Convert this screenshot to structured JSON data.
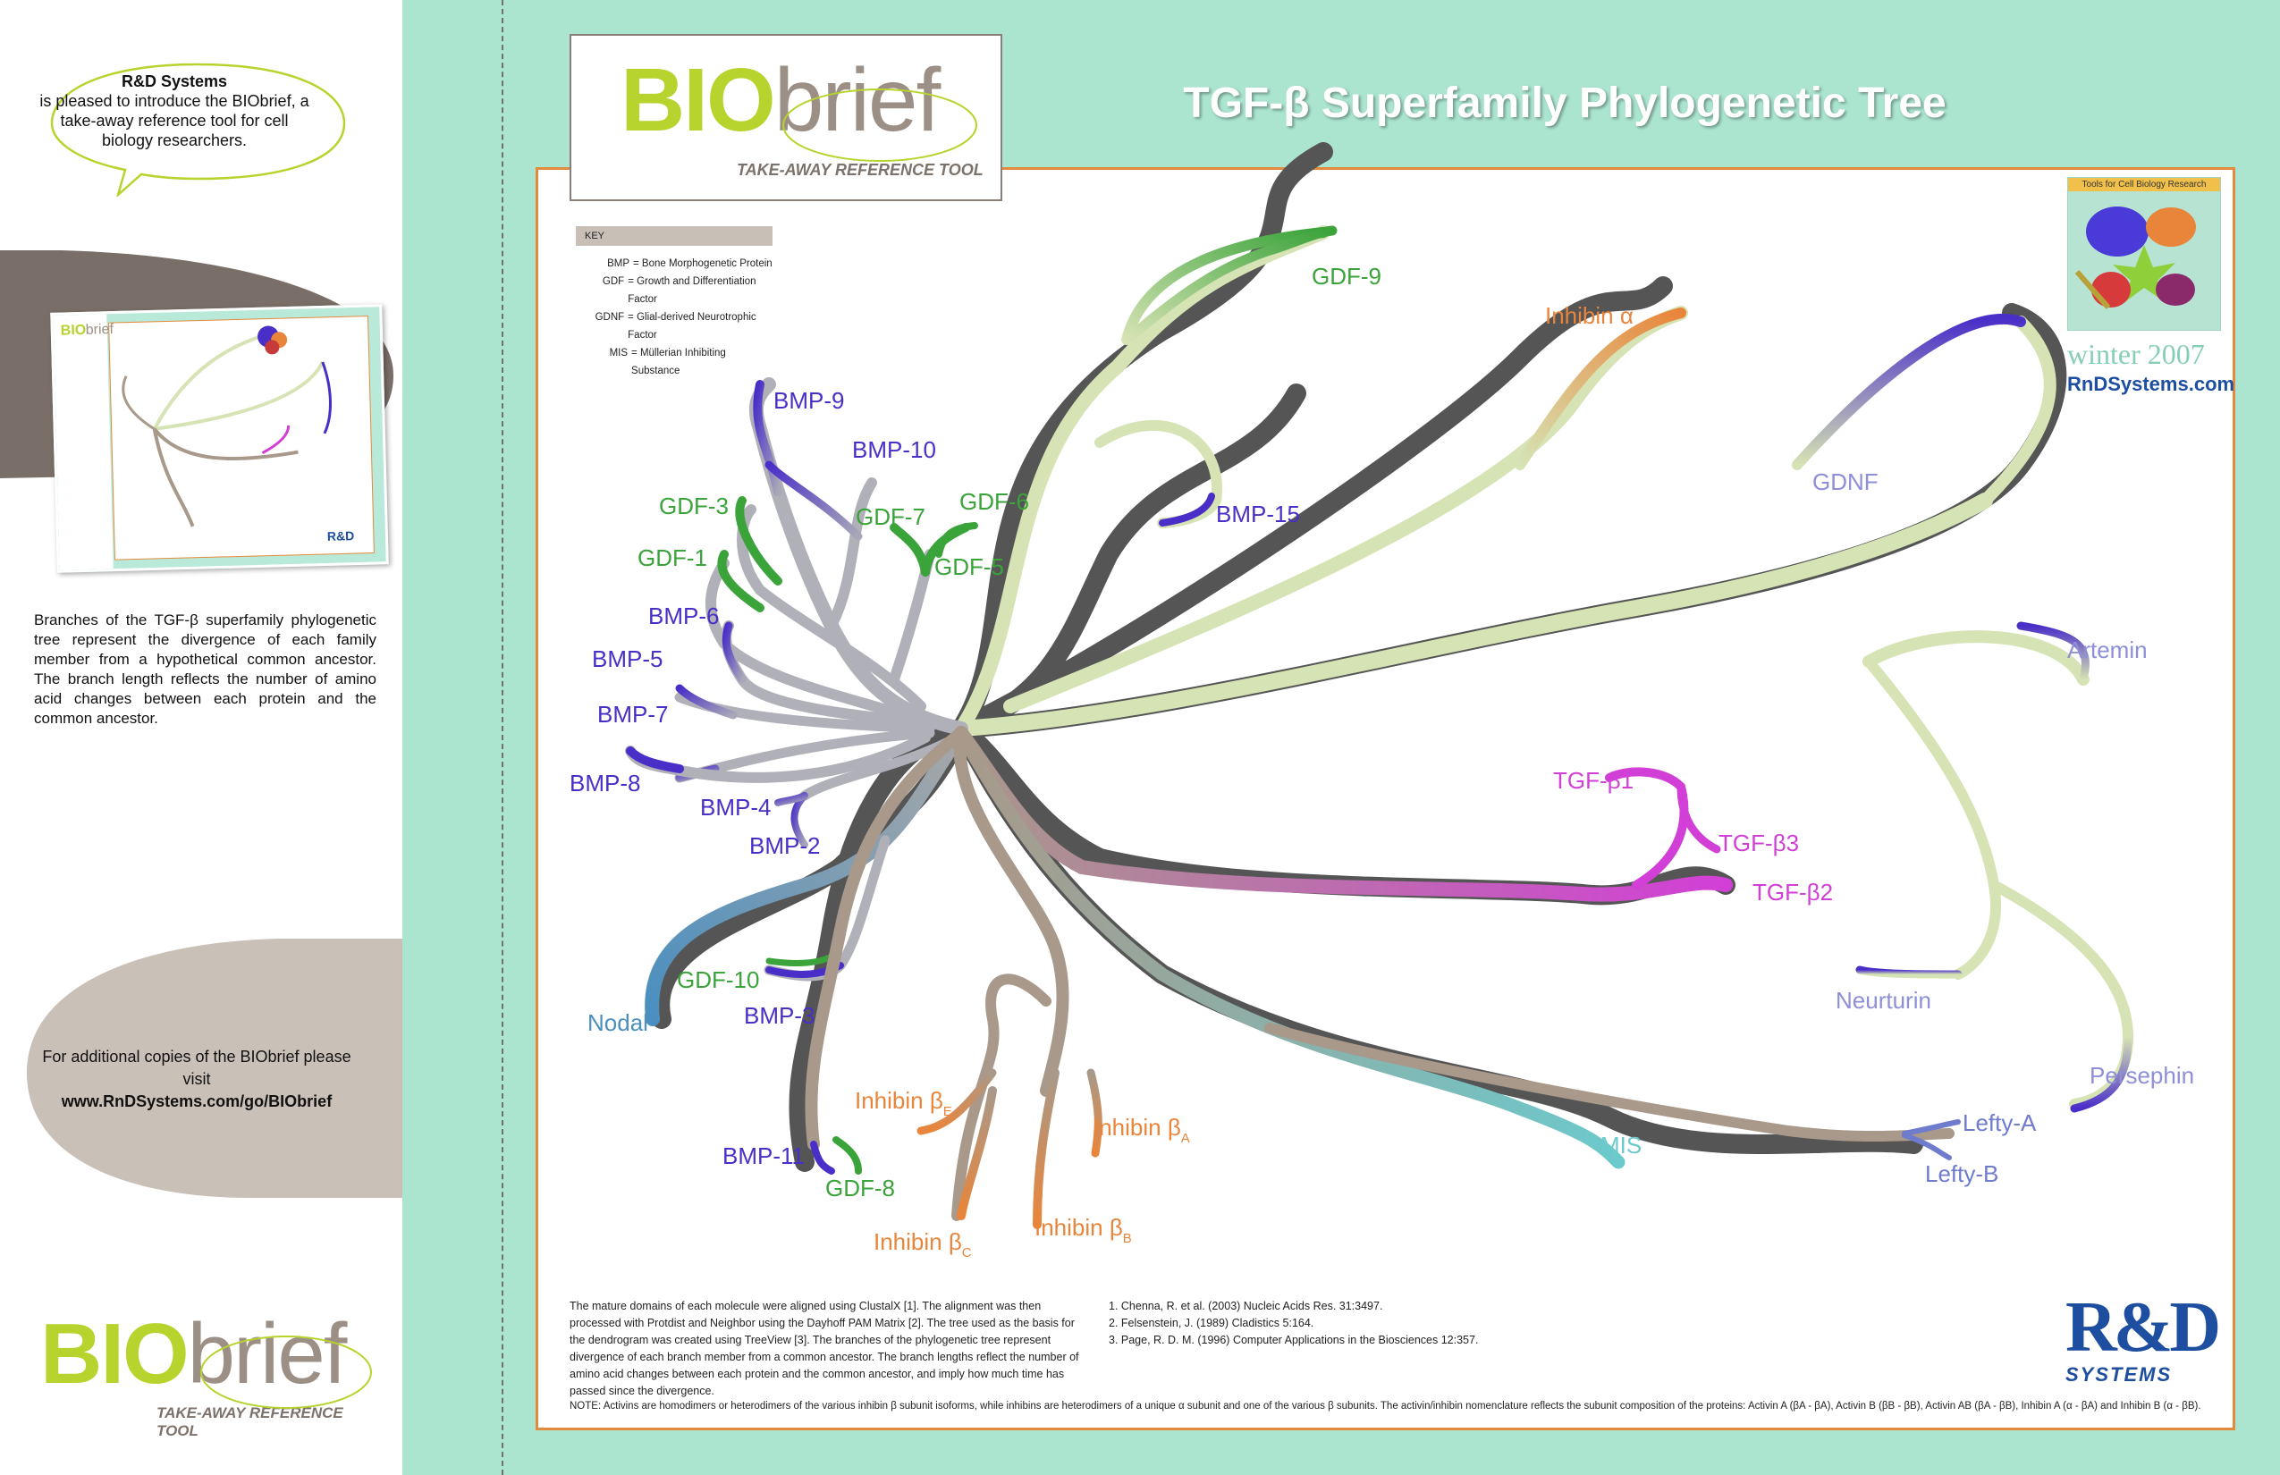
{
  "sidebar": {
    "bubble": {
      "company": "R&D Systems",
      "text": "is pleased to introduce the BIObrief, a take-away reference tool for cell biology researchers."
    },
    "description": "Branches of the TGF-β superfamily phylogenetic tree represent the divergence of each family member from a hypothetical common ancestor. The branch length reflects the number of amino acid changes between each protein and the common ancestor.",
    "copies_text": "For additional copies of the BIObrief please visit",
    "copies_url": "www.RnDSystems.com/go/BIObrief"
  },
  "logo": {
    "bio": "BIO",
    "brief": "brief",
    "tagline": "TAKE-AWAY REFERENCE TOOL"
  },
  "title": "TGF-β Superfamily Phylogenetic Tree",
  "key": {
    "heading": "KEY",
    "items": [
      {
        "abbr": "BMP",
        "def": "= Bone Morphogenetic Protein"
      },
      {
        "abbr": "GDF",
        "def": "= Growth and Differentiation Factor"
      },
      {
        "abbr": "GDNF",
        "def": "= Glial-derived Neurotrophic Factor"
      },
      {
        "abbr": "MIS",
        "def": "= Müllerian Inhibiting Substance"
      }
    ]
  },
  "season": {
    "cover_text": "Tools for Cell Biology Research",
    "label": "winter 2007",
    "url": "RnDSystems.com"
  },
  "tree_labels": {
    "gdf9": "GDF-9",
    "inhibin_a": "Inhibin α",
    "bmp9": "BMP-9",
    "bmp10": "BMP-10",
    "gdf3": "GDF-3",
    "gdf7": "GDF-7",
    "gdf6": "GDF-6",
    "gdf5": "GDF-5",
    "bmp15": "BMP-15",
    "gdnf": "GDNF",
    "gdf1": "GDF-1",
    "bmp6": "BMP-6",
    "bmp5": "BMP-5",
    "bmp7": "BMP-7",
    "artemin": "Artemin",
    "bmp8": "BMP-8",
    "tgfb1": "TGF-β1",
    "bmp4": "BMP-4",
    "tgfb3": "TGF-β3",
    "bmp2": "BMP-2",
    "tgfb2": "TGF-β2",
    "gdf10": "GDF-10",
    "neurturin": "Neurturin",
    "nodal": "Nodal",
    "bmp3": "BMP-3",
    "persephin": "Persephin",
    "inhibin_be": "Inhibin β",
    "inhibin_be_sub": "E",
    "inhibin_ba": "Inhibin β",
    "inhibin_ba_sub": "A",
    "lefty_a": "Lefty-A",
    "mis": "MIS",
    "bmp11": "BMP-11",
    "lefty_b": "Lefty-B",
    "gdf8": "GDF-8",
    "inhibin_bb": "Inhibin β",
    "inhibin_bb_sub": "B",
    "inhibin_bc": "Inhibin β",
    "inhibin_bc_sub": "C"
  },
  "caption": "The mature domains of each molecule were aligned using ClustalX [1]. The alignment was then processed with Protdist and Neighbor using the Dayhoff PAM Matrix [2]. The tree used as the basis for the dendrogram was created using TreeView [3]. The branches of the phylogenetic tree represent divergence of each branch member from a common ancestor. The branch lengths reflect the number of amino acid changes between each protein and the common ancestor, and imply how much time has passed since the divergence.",
  "references": [
    "1. Chenna, R. et al. (2003) Nucleic Acids Res. 31:3497.",
    "2. Felsenstein, J. (1989) Cladistics 5:164.",
    "3. Page, R. D. M. (1996) Computer Applications in the Biosciences 12:357."
  ],
  "note": "NOTE: Activins are homodimers or heterodimers of the various inhibin β subunit isoforms, while inhibins are heterodimers of a unique α subunit and one of the various β subunits. The activin/inhibin nomenclature reflects the subunit composition of the proteins: Activin A (βA - βA), Activin B (βB - βB), Activin AB (βA - βB), Inhibin A (α - βA) and Inhibin B (α - βB).",
  "rd_logo": {
    "main": "R&D",
    "sub": "SYSTEMS"
  },
  "colors": {
    "mint": "#abe5d0",
    "border": "#e48a3c",
    "tan": "#a8998a",
    "bmp": "#4a2ec8",
    "gdf": "#3aa33a",
    "tgf": "#d23fd6",
    "inhibin": "#e9853a",
    "gdnf_family": "#8d8fd8",
    "pale_green": "#d6e3b4",
    "nodal": "#4a8fc0",
    "mis": "#6cc9cc",
    "lefty": "#6f7bcc"
  }
}
